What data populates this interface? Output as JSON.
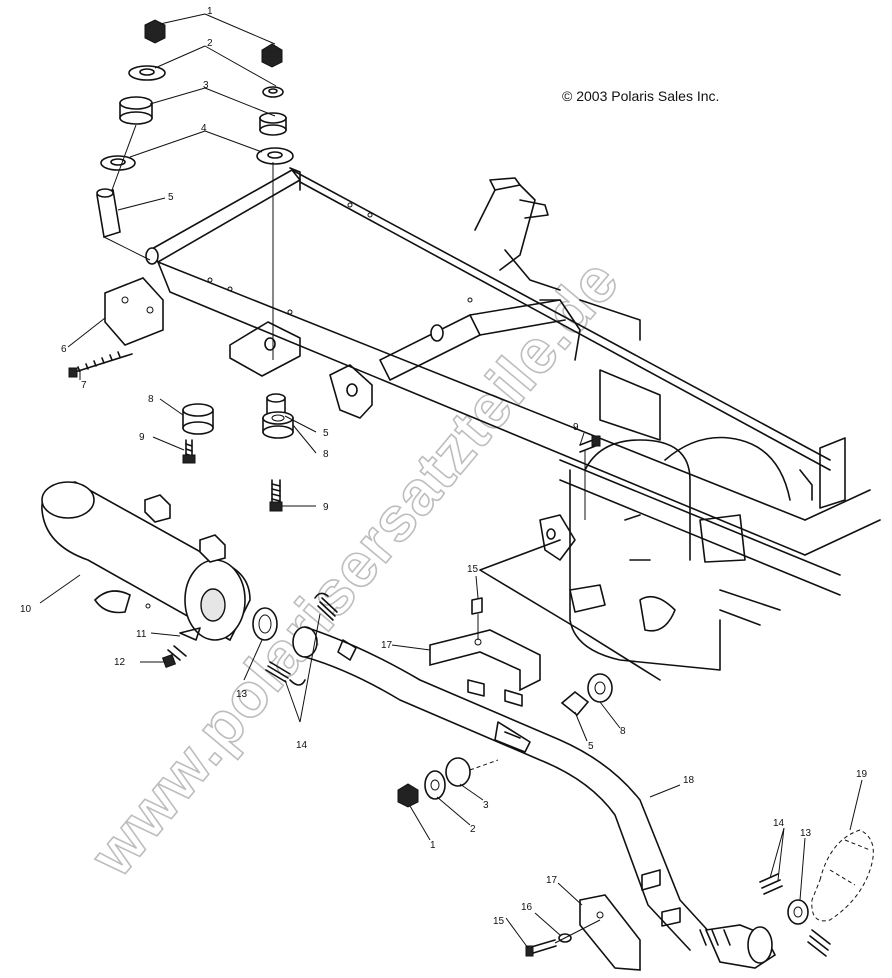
{
  "copyright": "© 2003 Polaris Sales Inc.",
  "watermark": "www.polarisersatzteile.de",
  "callouts": {
    "c1a": "1",
    "c2a": "2",
    "c3a": "3",
    "c4": "4",
    "c5a": "5",
    "c6": "6",
    "c7": "7",
    "c8a": "8",
    "c9a": "9",
    "c5b": "5",
    "c8b": "8",
    "c9b": "9",
    "c9c": "9",
    "c10": "10",
    "c11": "11",
    "c12": "12",
    "c13a": "13",
    "c14a": "14",
    "c15a": "15",
    "c17a": "17",
    "c8c": "8",
    "c5c": "5",
    "c3b": "3",
    "c2b": "2",
    "c1b": "1",
    "c18": "18",
    "c19": "19",
    "c14b": "14",
    "c13b": "13",
    "c17b": "17",
    "c16": "16",
    "c15b": "15"
  }
}
